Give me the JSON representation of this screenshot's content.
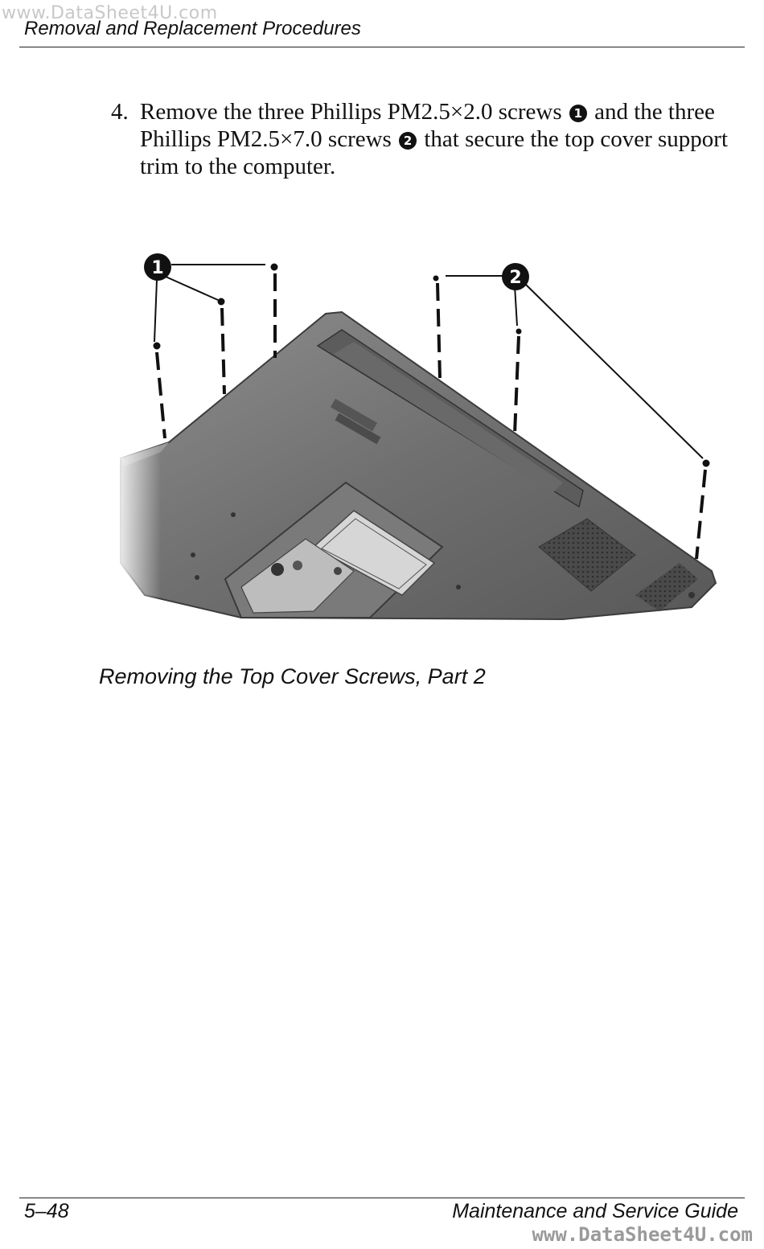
{
  "watermark": {
    "top": "www.DataSheet4U.com",
    "bottom": "www.DataSheet4U.com"
  },
  "header": {
    "title": "Removal and Replacement Procedures"
  },
  "step": {
    "number": "4.",
    "text_part1": "Remove the three Phillips PM2.5×2.0 screws",
    "callout1": "1",
    "text_part2": "and the three Phillips PM2.5×7.0 screws",
    "callout2": "2",
    "text_part3": "that secure the top cover support trim to the computer."
  },
  "figure": {
    "callouts": [
      "1",
      "2"
    ]
  },
  "caption": "Removing the Top Cover Screws, Part 2",
  "footer": {
    "page_number": "5–48",
    "guide_title": "Maintenance and Service Guide"
  }
}
